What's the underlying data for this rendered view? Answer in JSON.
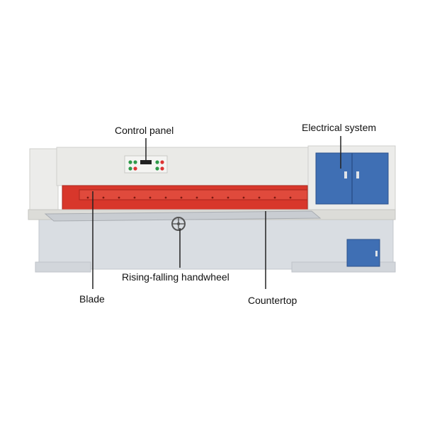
{
  "labels": {
    "control_panel": "Control panel",
    "electrical_system": "Electrical system",
    "blade": "Blade",
    "handwheel": "Rising-falling handwheel",
    "countertop": "Countertop"
  },
  "colors": {
    "machine_body": "#e9e9e6",
    "base": "#d9dde2",
    "blade_red": "#d8372b",
    "cabinet_blue": "#3f6fb4",
    "leader_line": "#222222"
  },
  "icons": {
    "handwheel": "handwheel-icon"
  }
}
